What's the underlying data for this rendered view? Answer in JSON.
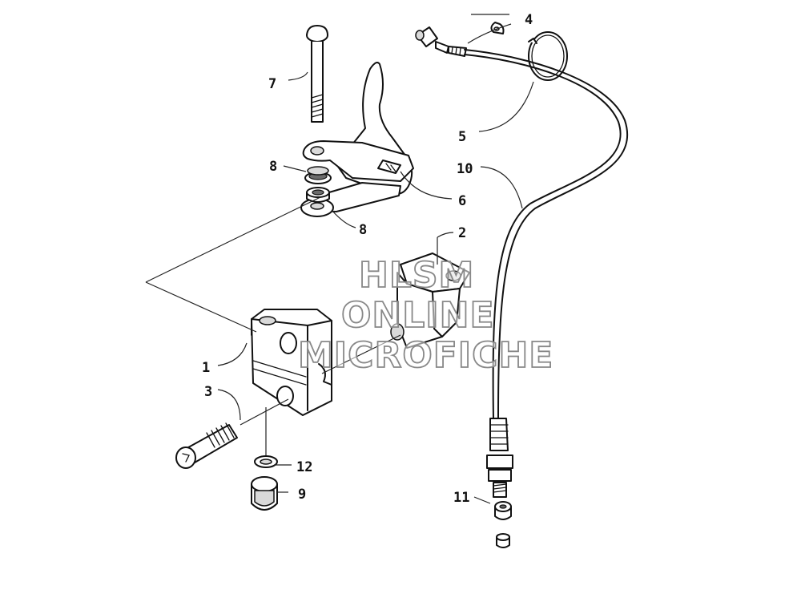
{
  "callouts": {
    "c1": "1",
    "c2": "2",
    "c3": "3",
    "c4": "4",
    "c5": "5",
    "c6": "6",
    "c7": "7",
    "c8a": "8",
    "c8b": "8",
    "c9": "9",
    "c10": "10",
    "c11": "11",
    "c12": "12"
  },
  "watermark": {
    "line1": "HLSM",
    "line2": "ONLINE",
    "line3": "MICROFICHE"
  },
  "colors": {
    "ink": "#111111",
    "watermark_outline": "#888888",
    "background": "#ffffff"
  }
}
